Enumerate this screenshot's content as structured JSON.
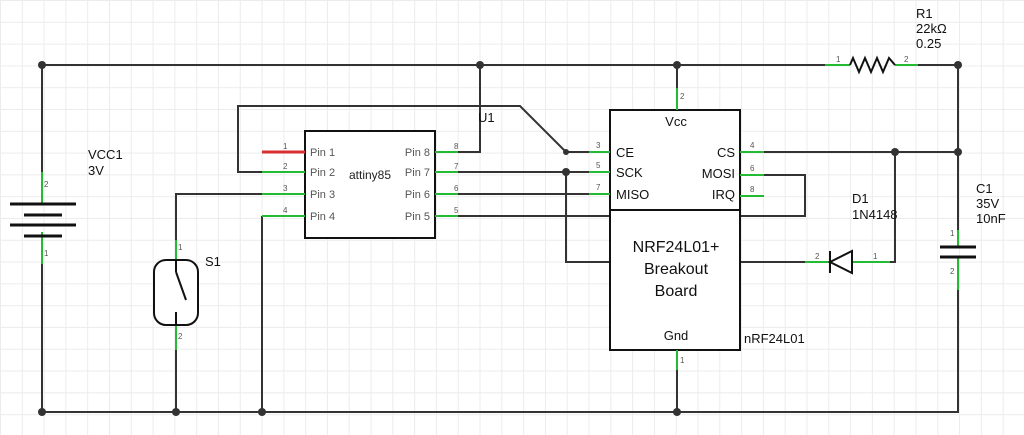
{
  "vcc1": {
    "ref": "VCC1",
    "value": "3V",
    "pin_pos": "2",
    "pin_neg": "1"
  },
  "r1": {
    "ref": "R1",
    "value": "22kΩ",
    "power": "0.25",
    "pin1": "1",
    "pin2": "2"
  },
  "c1": {
    "ref": "C1",
    "voltage": "35V",
    "value": "10nF",
    "pin1": "1",
    "pin2": "2"
  },
  "d1": {
    "ref": "D1",
    "part": "1N4148",
    "pin1": "1",
    "pin2": "2"
  },
  "s1": {
    "ref": "S1",
    "pin1": "1",
    "pin2": "2"
  },
  "u1": {
    "ref": "U1",
    "name": "attiny85",
    "pins_left": [
      {
        "num": "1",
        "label": "Pin 1"
      },
      {
        "num": "2",
        "label": "Pin 2"
      },
      {
        "num": "3",
        "label": "Pin 3"
      },
      {
        "num": "4",
        "label": "Pin 4"
      }
    ],
    "pins_right": [
      {
        "num": "8",
        "label": "Pin 8"
      },
      {
        "num": "7",
        "label": "Pin 7"
      },
      {
        "num": "6",
        "label": "Pin 6"
      },
      {
        "num": "5",
        "label": "Pin 5"
      }
    ]
  },
  "nrf": {
    "ref": "nRF24L01",
    "title_line1": "NRF24L01+",
    "title_line2": "Breakout",
    "title_line3": "Board",
    "vcc": {
      "label": "Vcc",
      "num": "2"
    },
    "gnd": {
      "label": "Gnd",
      "num": "1"
    },
    "pins_left": [
      {
        "num": "3",
        "label": "CE"
      },
      {
        "num": "5",
        "label": "SCK"
      },
      {
        "num": "7",
        "label": "MISO"
      }
    ],
    "pins_right": [
      {
        "num": "4",
        "label": "CS"
      },
      {
        "num": "6",
        "label": "MOSI"
      },
      {
        "num": "8",
        "label": "IRQ"
      }
    ]
  },
  "colors": {
    "wire": "#333333",
    "pin_lead": "#22bb33",
    "pin1_marker": "#d83030",
    "grid": "#ececec"
  }
}
